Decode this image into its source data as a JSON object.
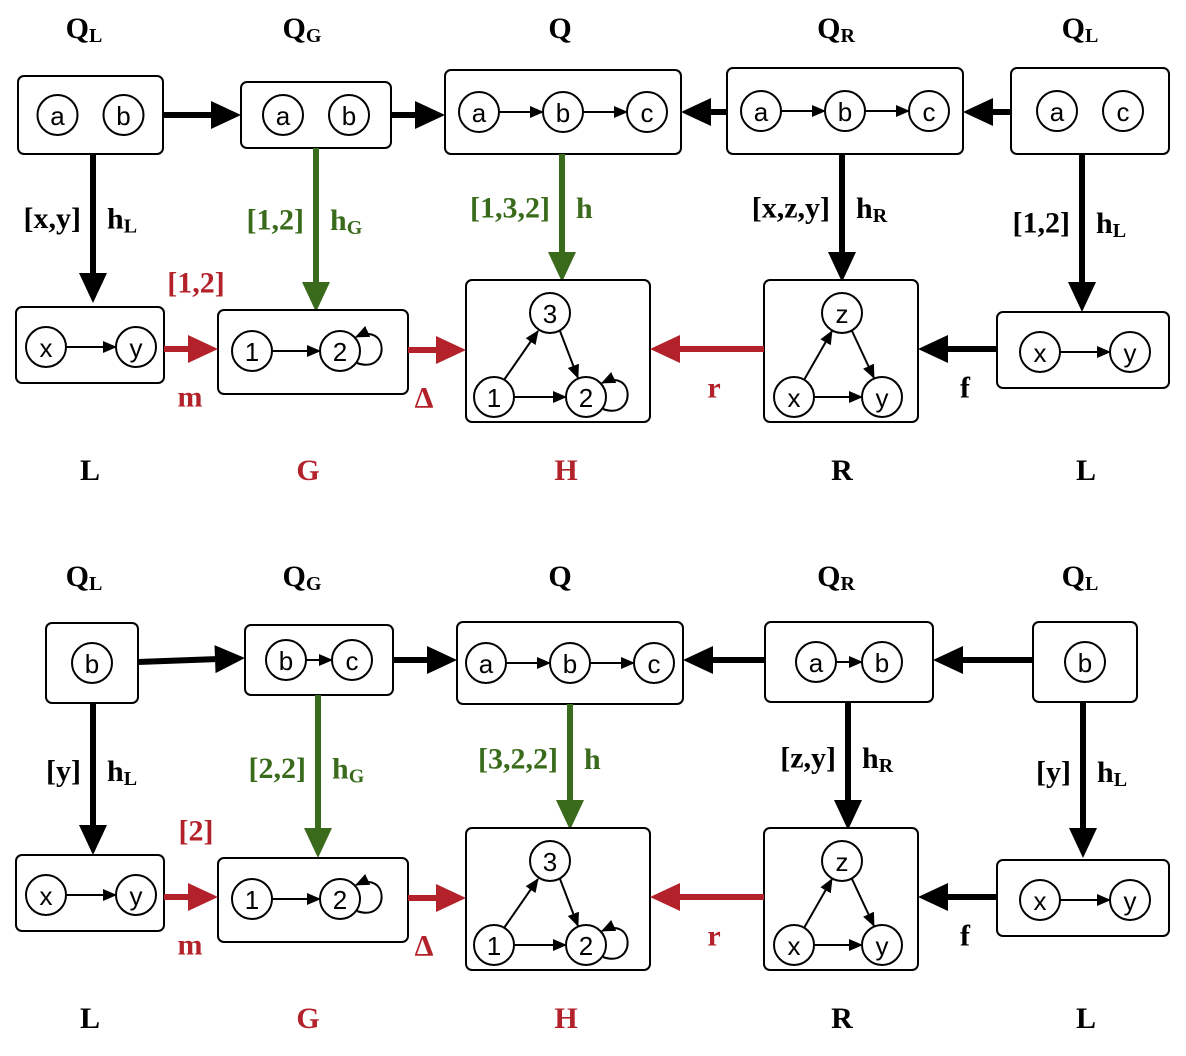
{
  "colors": {
    "black": "#000000",
    "green": "#3a6b1c",
    "red": "#b3222a"
  },
  "panels": [
    {
      "columns": [
        {
          "top_main": "Q",
          "top_sub": "L",
          "bottom": "L",
          "bottom_color": "black"
        },
        {
          "top_main": "Q",
          "top_sub": "G",
          "bottom": "G",
          "bottom_color": "red"
        },
        {
          "top_main": "Q",
          "top_sub": "",
          "bottom": "H",
          "bottom_color": "red"
        },
        {
          "top_main": "Q",
          "top_sub": "R",
          "bottom": "R",
          "bottom_color": "black"
        },
        {
          "top_main": "Q",
          "top_sub": "L",
          "bottom": "L",
          "bottom_color": "black"
        }
      ],
      "query_nodes": [
        [
          "a",
          "b"
        ],
        [
          "a",
          "b"
        ],
        [
          "a",
          "b",
          "c"
        ],
        [
          "a",
          "b",
          "c"
        ],
        [
          "a",
          "c"
        ]
      ],
      "vertical": [
        {
          "list": "[x,y]",
          "map_main": "h",
          "map_sub": "L",
          "color": "black"
        },
        {
          "list": "[1,2]",
          "map_main": "h",
          "map_sub": "G",
          "color": "green"
        },
        {
          "list": "[1,3,2]",
          "map_main": "h",
          "map_sub": "",
          "color": "green"
        },
        {
          "list": "[x,z,y]",
          "map_main": "h",
          "map_sub": "R",
          "color": "black"
        },
        {
          "list": "[1,2]",
          "map_main": "h",
          "map_sub": "L",
          "color": "black"
        }
      ],
      "m_list": "[1,2]",
      "bottom_arrows": {
        "m": "m",
        "delta": "Δ",
        "r": "r",
        "f": "f"
      },
      "graph_nodes": {
        "L": [
          "x",
          "y"
        ],
        "G": [
          "1",
          "2"
        ],
        "H": [
          "3",
          "1",
          "2"
        ],
        "R": [
          "z",
          "x",
          "y"
        ],
        "L2": [
          "x",
          "y"
        ]
      }
    },
    {
      "columns": [
        {
          "top_main": "Q",
          "top_sub": "L",
          "bottom": "L",
          "bottom_color": "black"
        },
        {
          "top_main": "Q",
          "top_sub": "G",
          "bottom": "G",
          "bottom_color": "red"
        },
        {
          "top_main": "Q",
          "top_sub": "",
          "bottom": "H",
          "bottom_color": "red"
        },
        {
          "top_main": "Q",
          "top_sub": "R",
          "bottom": "R",
          "bottom_color": "black"
        },
        {
          "top_main": "Q",
          "top_sub": "L",
          "bottom": "L",
          "bottom_color": "black"
        }
      ],
      "query_nodes": [
        [
          "b"
        ],
        [
          "b",
          "c"
        ],
        [
          "a",
          "b",
          "c"
        ],
        [
          "a",
          "b"
        ],
        [
          "b"
        ]
      ],
      "vertical": [
        {
          "list": "[y]",
          "map_main": "h",
          "map_sub": "L",
          "color": "black"
        },
        {
          "list": "[2,2]",
          "map_main": "h",
          "map_sub": "G",
          "color": "green"
        },
        {
          "list": "[3,2,2]",
          "map_main": "h",
          "map_sub": "",
          "color": "green"
        },
        {
          "list": "[z,y]",
          "map_main": "h",
          "map_sub": "R",
          "color": "black"
        },
        {
          "list": "[y]",
          "map_main": "h",
          "map_sub": "L",
          "color": "black"
        }
      ],
      "m_list": "[2]",
      "bottom_arrows": {
        "m": "m",
        "delta": "Δ",
        "r": "r",
        "f": "f"
      },
      "graph_nodes": {
        "L": [
          "x",
          "y"
        ],
        "G": [
          "1",
          "2"
        ],
        "H": [
          "3",
          "1",
          "2"
        ],
        "R": [
          "z",
          "x",
          "y"
        ],
        "L2": [
          "x",
          "y"
        ]
      }
    }
  ]
}
